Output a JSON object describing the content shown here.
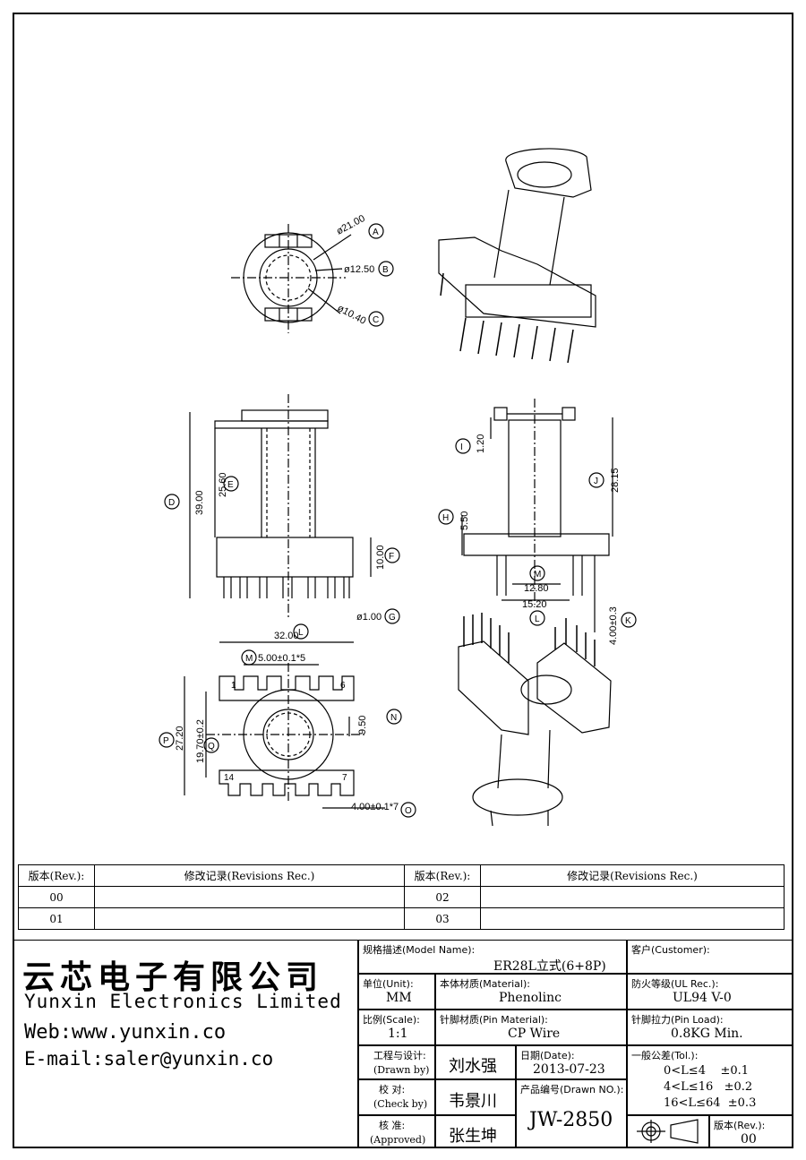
{
  "dims": {
    "d21": "ø21.00",
    "d1250": "ø12.50",
    "d1040": "ø10.40",
    "h39": "39.00",
    "h2560": "25.60",
    "h10": "10.00",
    "pin": "ø1.00",
    "h120": "1.20",
    "h2815": "28.15",
    "h550": "5.50",
    "w1280": "12.80",
    "w1520": "15.20",
    "h400": "4.00±0.3",
    "w32": "32.00",
    "p500": "5.00±0.1*5",
    "h2720": "27.20",
    "h1970": "19.70±0.2",
    "h950": "9.50",
    "p400": "4.00±0.1*7",
    "pin1": "1",
    "pin6": "6",
    "pin14": "14",
    "pin7": "7"
  },
  "callouts": [
    "A",
    "B",
    "C",
    "D",
    "E",
    "F",
    "G",
    "H",
    "I",
    "J",
    "K",
    "L",
    "M",
    "N",
    "O",
    "P",
    "Q"
  ],
  "revisions": {
    "col_rev": "版本(Rev.):",
    "col_rec": "修改记录(Revisions Rec.)",
    "rows": [
      [
        "00",
        "",
        "02",
        ""
      ],
      [
        "01",
        "",
        "03",
        ""
      ]
    ]
  },
  "company": {
    "name_cn": "云芯电子有限公司",
    "name_en": "Yunxin Electronics Limited",
    "web": "Web:www.yunxin.co",
    "email": "E-mail:saler@yunxin.co"
  },
  "title_block": {
    "model_label": "规格描述(Model Name):",
    "model": "ER28L立式(6+8P)",
    "customer_label": "客户(Customer):",
    "customer": "",
    "unit_label": "单位(Unit):",
    "unit": "MM",
    "material_label": "本体材质(Material):",
    "material": "Phenolinc",
    "ul_label": "防火等级(UL Rec.):",
    "ul": "UL94 V-0",
    "scale_label": "比例(Scale):",
    "scale": "1:1",
    "pin_material_label": "针脚材质(Pin Material):",
    "pin_material": "CP Wire",
    "pin_load_label": "针脚拉力(Pin Load):",
    "pin_load": "0.8KG Min.",
    "drawn_label": "工程与设计:",
    "drawn_label_en": "(Drawn by)",
    "drawn": "刘水强",
    "date_label": "日期(Date):",
    "date": "2013-07-23",
    "tol_label": "一般公差(Tol.):",
    "tol": [
      "0<L≤4    ±0.1",
      "4<L≤16   ±0.2",
      "16<L≤64  ±0.3"
    ],
    "check_label": "校  对:",
    "check_label_en": "(Check by)",
    "check": "韦景川",
    "drawn_no_label": "产品编号(Drawn NO.):",
    "drawn_no": "JW-2850",
    "approved_label": "核  准:",
    "approved_label_en": "(Approved)",
    "approved": "张生坤",
    "rev_label": "版本(Rev.):",
    "rev": "00"
  }
}
